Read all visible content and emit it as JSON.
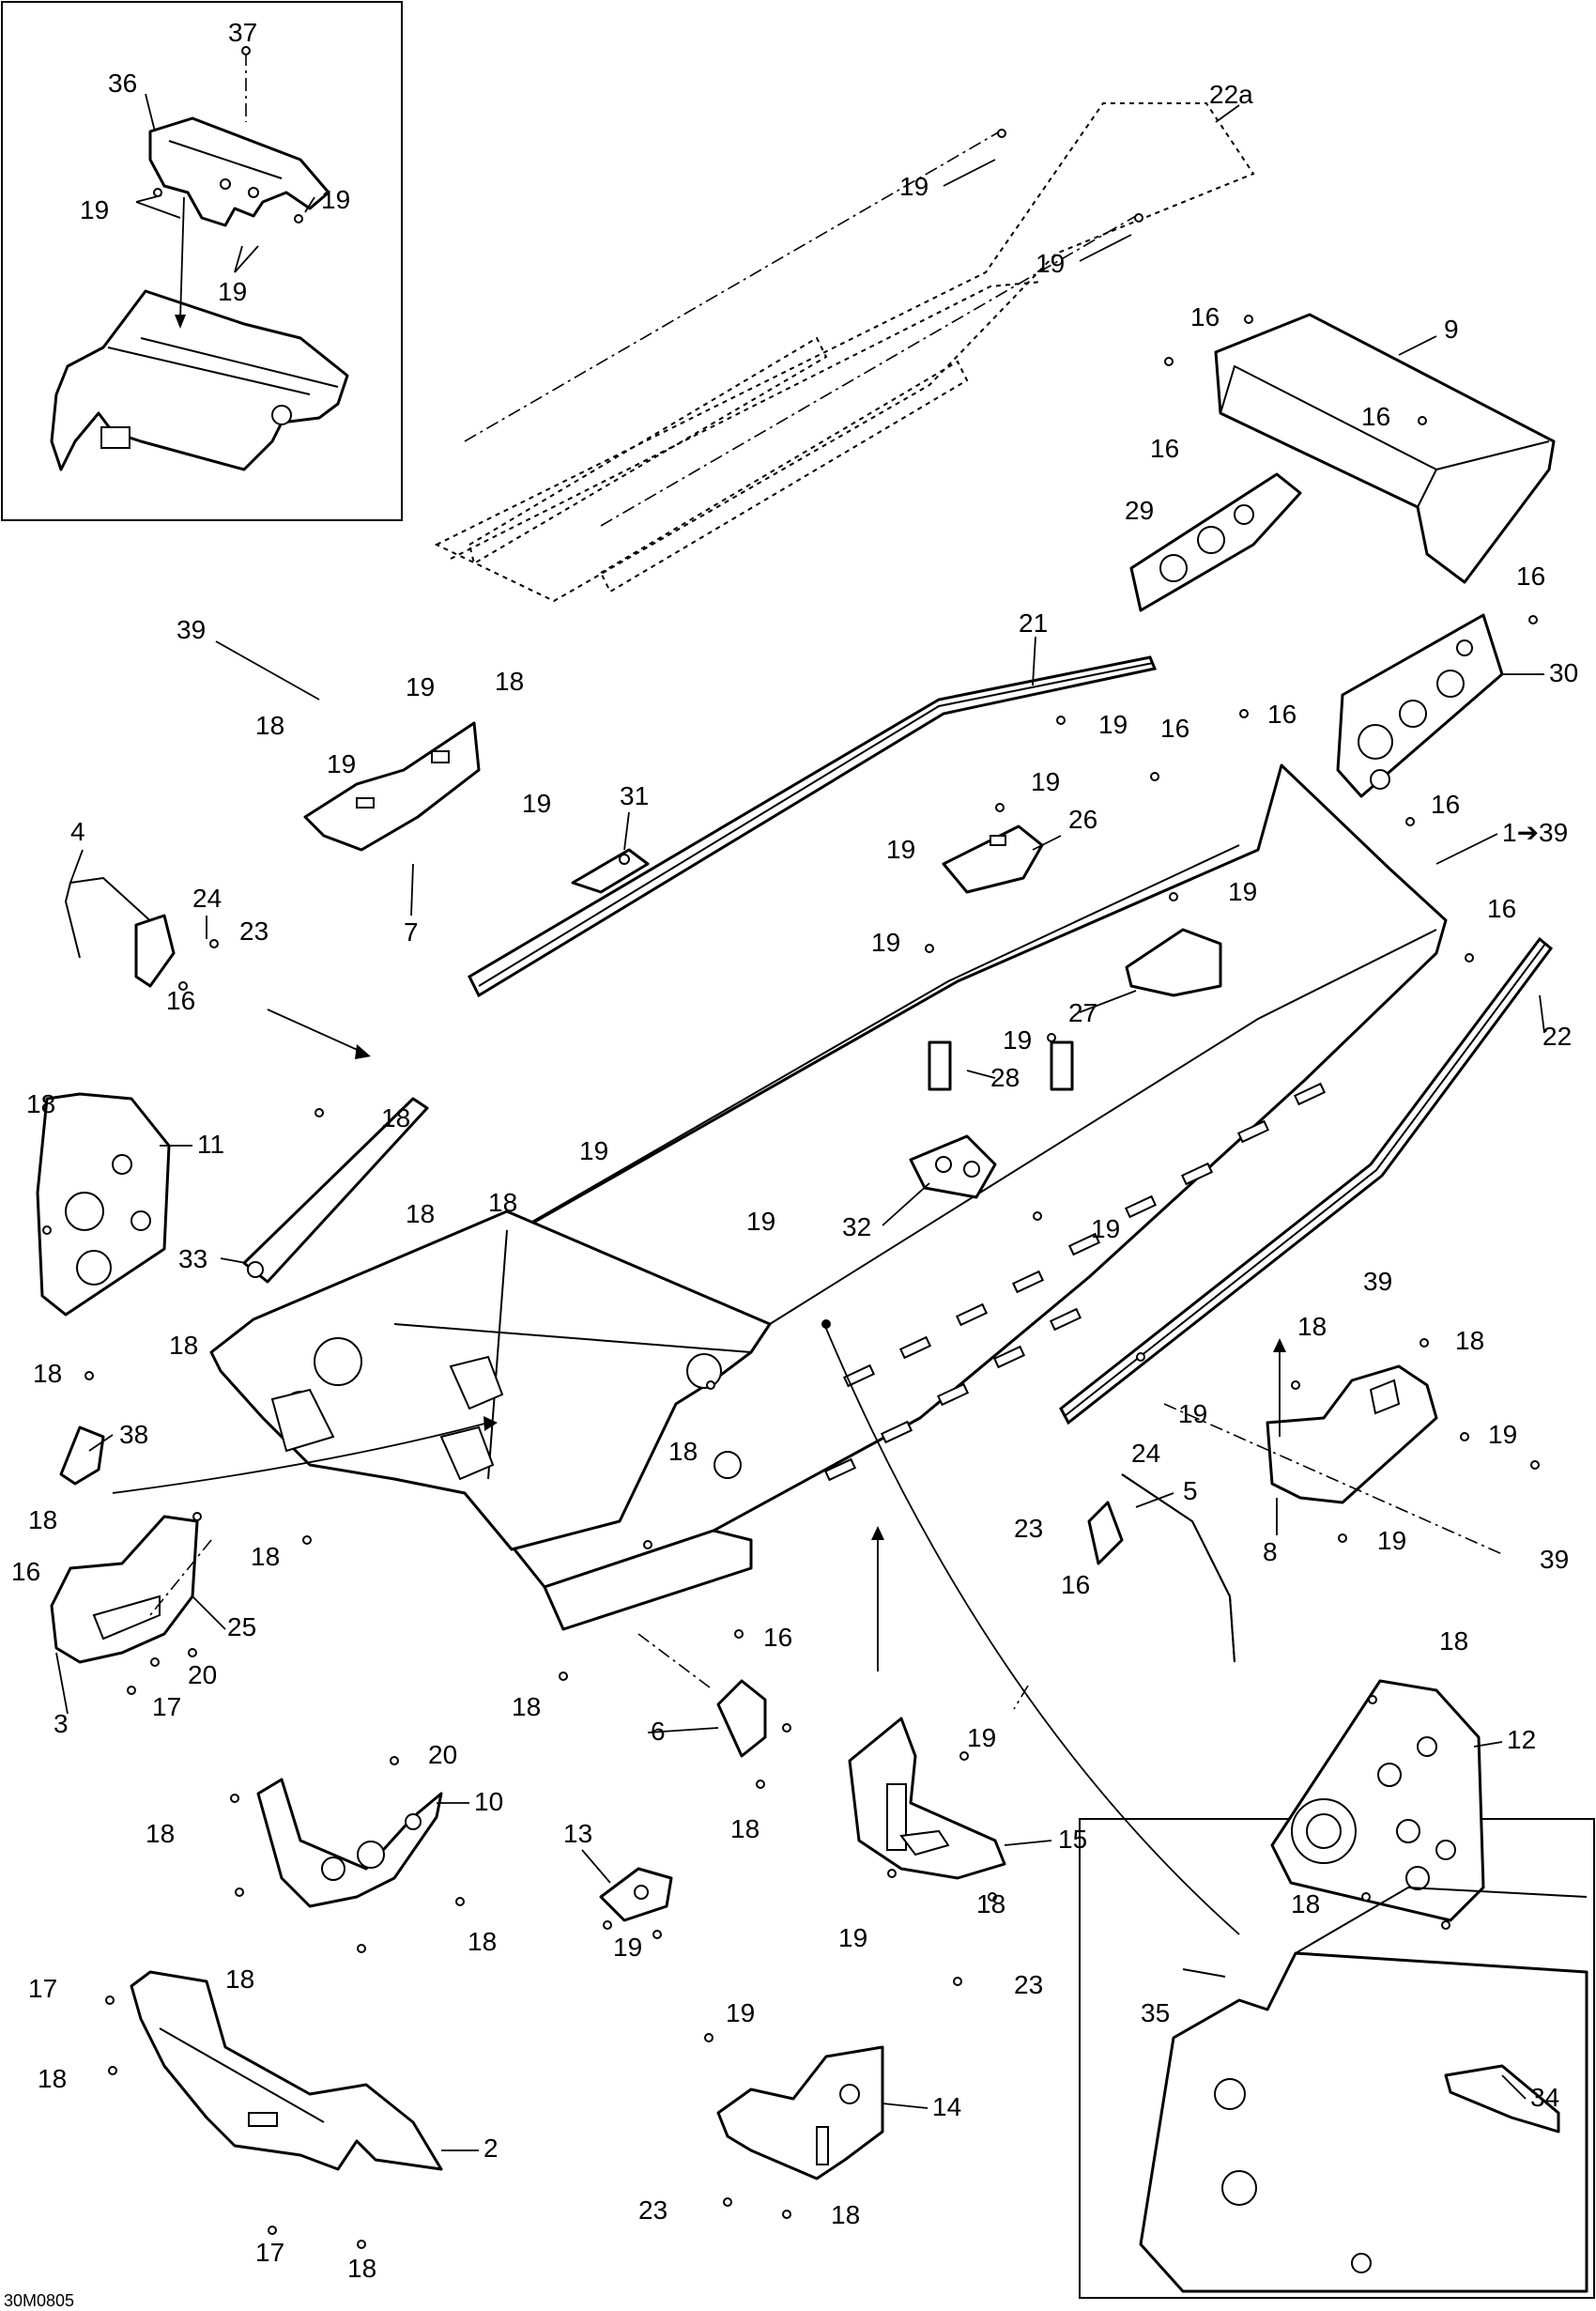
{
  "drawing_code": "30M0805",
  "callouts": {
    "c37": "37",
    "c36": "36",
    "c19a": "19",
    "c19b": "19",
    "c19c": "19",
    "c22a": "22a",
    "c19d": "19",
    "c19e": "19",
    "c16a": "16",
    "c9": "9",
    "c16b": "16",
    "c16c": "16",
    "c29": "29",
    "c16d": "16",
    "c30": "30",
    "c21": "21",
    "c39a": "39",
    "c19f": "19",
    "c18a": "18",
    "c18b": "18",
    "c19g": "19",
    "c7": "7",
    "c19h": "19",
    "c31": "31",
    "c19i": "19",
    "c16e": "16",
    "c16f": "16",
    "c19j": "19",
    "c26": "26",
    "c19k": "19",
    "c16g": "16",
    "c1range": "1➔39",
    "c4": "4",
    "c24a": "24",
    "c23a": "23",
    "c16h": "16",
    "c19l": "19",
    "c19m": "19",
    "c16i": "16",
    "c27": "27",
    "c19n": "19",
    "c28": "28",
    "c22": "22",
    "c18c": "18",
    "c11": "11",
    "c18d": "18",
    "c19o": "19",
    "c32": "32",
    "c18e": "18",
    "c18f": "18",
    "c19p": "19",
    "c19q": "19",
    "c33": "33",
    "c18g": "18",
    "c39b": "39",
    "c18h": "18",
    "c18i": "18",
    "c19r": "19",
    "c38": "38",
    "c18j": "18",
    "c24b": "24",
    "c5": "5",
    "c23b": "23",
    "c19s": "19",
    "c18k": "18",
    "c16j": "16",
    "c8": "8",
    "c19t": "19",
    "c39c": "39",
    "c18l": "18",
    "c16k": "16",
    "c25": "25",
    "c20a": "20",
    "c3": "3",
    "c17a": "17",
    "c18m": "18",
    "c16l": "16",
    "c6": "6",
    "c18n": "18",
    "c12": "12",
    "c19u": "19",
    "c18o": "18",
    "c20b": "20",
    "c10": "10",
    "c18p": "18",
    "c15": "15",
    "c13": "13",
    "c18q": "18",
    "c18r": "18",
    "c18s": "18",
    "c19v": "19",
    "c19w": "19",
    "c18t": "18",
    "c17b": "17",
    "c23c": "23",
    "c35": "35",
    "c34": "34",
    "c18u": "18",
    "c2": "2",
    "c19x": "19",
    "c14": "14",
    "c23d": "23",
    "c18v": "18",
    "c17c": "17",
    "c18w": "18"
  }
}
